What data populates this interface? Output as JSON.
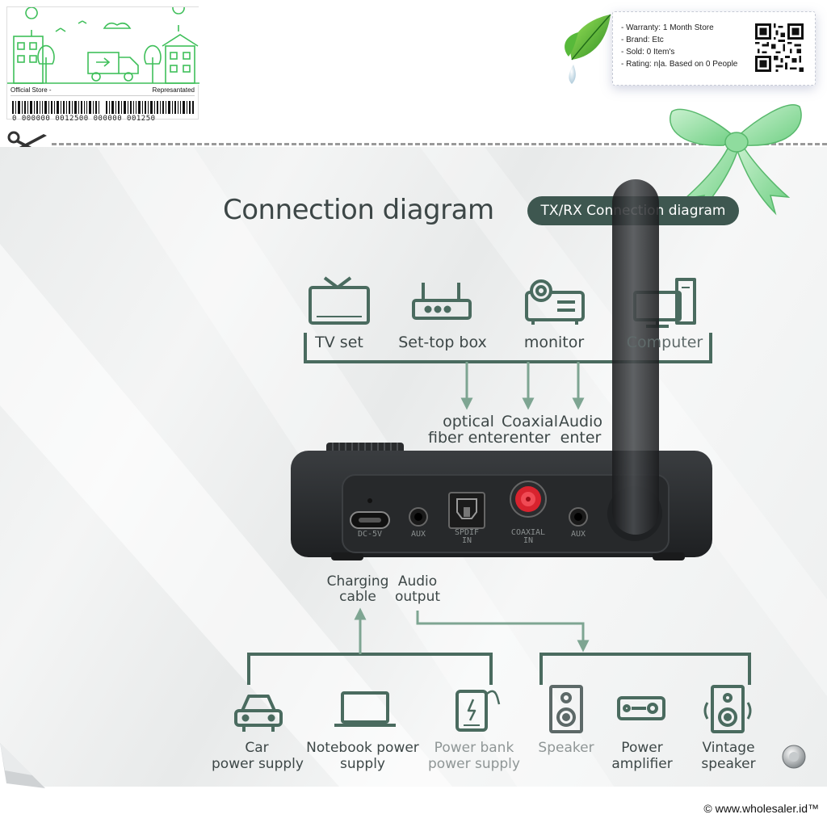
{
  "store_card": {
    "left_label": "Official Store -",
    "right_label": "Represantated",
    "barcode_number": "0 000000 0012500 000000 001250"
  },
  "info": {
    "warranty": "- Warranty: 1 Month Store",
    "brand": "- Brand: Etc",
    "sold": "- Sold: 0 Item's",
    "rating": "- Rating: n|a. Based on 0 People"
  },
  "diagram": {
    "title": "Connection diagram",
    "pill": "TX/RX Connection diagram",
    "sources": {
      "tv": "TV set",
      "settop": "Set-top box",
      "monitor": "monitor",
      "computer": "Computer"
    },
    "inputs": {
      "optical_1": "optical",
      "optical_2": "fiber enter",
      "coaxial_1": "Coaxial",
      "coaxial_2": "enter",
      "audio_1": "Audio",
      "audio_2": "enter"
    },
    "ports": {
      "dc": "DC-5V",
      "aux1": "AUX",
      "spdif_1": "SPDIF",
      "spdif_2": "IN",
      "coaxial_1": "COAXIAL",
      "coaxial_2": "IN",
      "aux2": "AUX"
    },
    "outputs": {
      "charging_1": "Charging",
      "charging_2": "cable",
      "audio_out_1": "Audio",
      "audio_out_2": "output"
    },
    "power": {
      "car_1": "Car",
      "car_2": "power supply",
      "notebook_1": "Notebook power",
      "notebook_2": "supply",
      "powerbank_1": "Power bank",
      "powerbank_2": "power supply"
    },
    "speakers": {
      "speaker": "Speaker",
      "amp_1": "Power",
      "amp_2": "amplifier",
      "vintage_1": "Vintage",
      "vintage_2": "speaker"
    }
  },
  "footer": "© www.wholesaler.id™",
  "colors": {
    "accent_green": "#3e5750",
    "line_green": "#4a6b5f",
    "arrow_green": "#7ea592",
    "text_dark": "#3d4747",
    "device_black": "#2a2c2e",
    "coaxial_red": "#d8232e"
  },
  "icons": [
    "scissors-icon",
    "qr-code-icon",
    "leaf-icon",
    "bow-icon",
    "tv-icon",
    "router-icon",
    "projector-icon",
    "computer-icon",
    "car-icon",
    "laptop-icon",
    "power-bank-icon",
    "speaker-icon",
    "amplifier-icon",
    "vintage-speaker-icon"
  ]
}
